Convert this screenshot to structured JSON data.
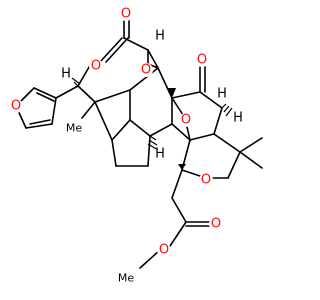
{
  "colors": {
    "bond": "#000000",
    "oxygen": "#ff0d0d",
    "carbon_label": "#000000",
    "background": "#ffffff"
  },
  "atom_labels": {
    "o_carbonyl_top": "O",
    "o_lactone_ring": "O",
    "o_epoxide": "O",
    "o_ketone": "O",
    "o_bridge": "O",
    "o_furan": "O",
    "o_thf": "O",
    "o_ester_carbonyl": "O",
    "o_ester_single": "O",
    "h_top_right": "H",
    "h_bridge": "H",
    "h_lower_right": "H",
    "h_lower_left": "H",
    "h_upper_mid": "H",
    "me_a": "Me",
    "me_b": "Me"
  }
}
